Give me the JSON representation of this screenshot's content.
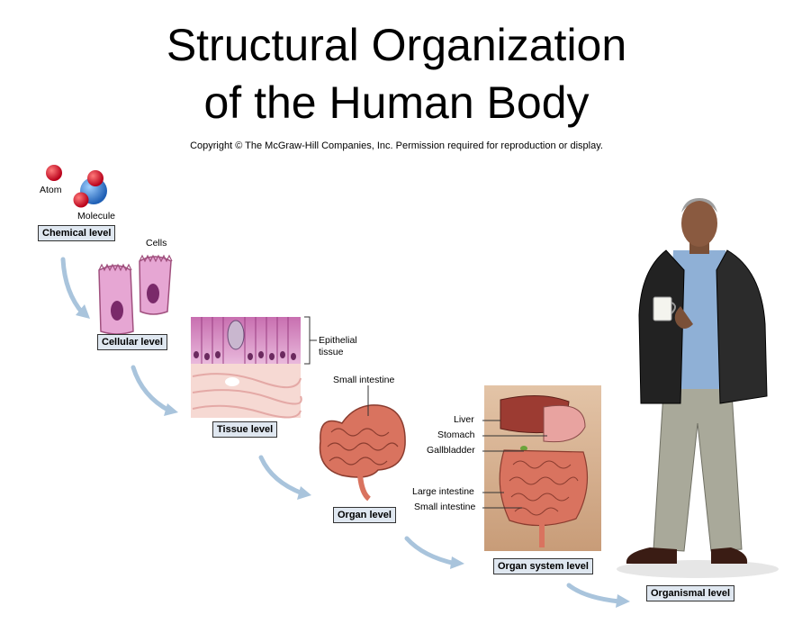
{
  "title": {
    "line1": "Structural Organization",
    "line2": "of the Human Body"
  },
  "copyright": "Copyright © The McGraw-Hill Companies, Inc. Permission required for reproduction or display.",
  "levels": {
    "chemical": "Chemical level",
    "cellular": "Cellular level",
    "tissue": "Tissue level",
    "organ": "Organ level",
    "organ_system": "Organ system level",
    "organismal": "Organismal level"
  },
  "labels": {
    "atom": "Atom",
    "molecule": "Molecule",
    "cells": "Cells",
    "epithelial_1": "Epithelial",
    "epithelial_2": "tissue",
    "small_intestine_organ": "Small intestine",
    "liver": "Liver",
    "stomach": "Stomach",
    "gallbladder": "Gallbladder",
    "large_intestine": "Large intestine",
    "small_intestine_system": "Small intestine"
  },
  "colors": {
    "level_box_fill": "#dfe7f0",
    "arrow": "#a9c4dc",
    "cell_pink": "#d98ac0",
    "intestine": "#d9735f"
  }
}
